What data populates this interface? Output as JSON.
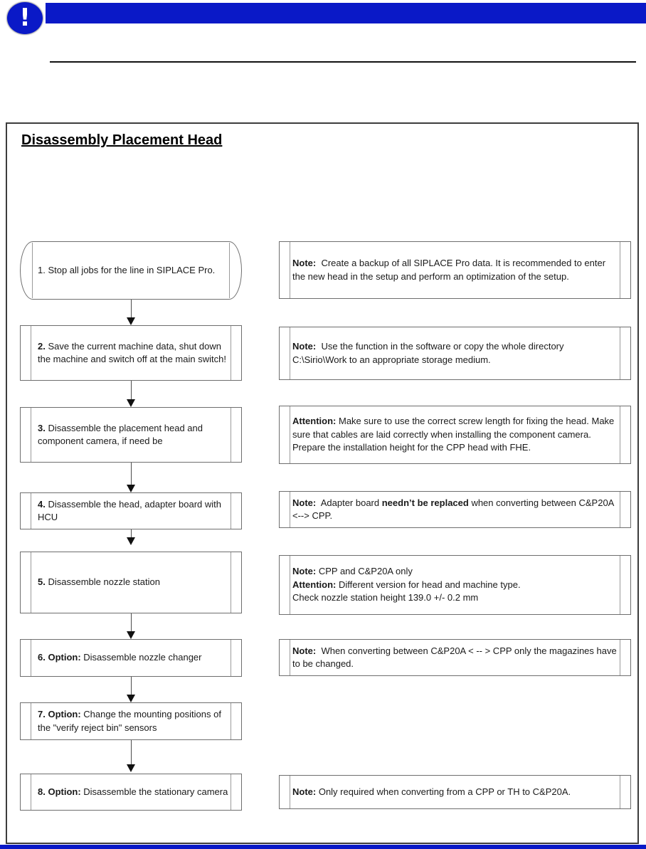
{
  "header": {
    "icon": "mandatory-exclamation-icon",
    "exclamation_glyph": "!",
    "bar_color": "#0a19c7"
  },
  "title": "Disassembly Placement Head",
  "flowchart": {
    "rows": [
      {
        "step": {
          "shape": "terminator",
          "segments": [
            {
              "t": "1. Stop all jobs for the line in SIPLACE Pro.",
              "b": false
            }
          ]
        },
        "note": {
          "segments": [
            {
              "t": "Note:",
              "b": true
            },
            {
              "t": "  Create a backup of all SIPLACE Pro data. It is recommended to enter the new head in the setup and perform an optimization of the setup.",
              "b": false
            }
          ]
        }
      },
      {
        "step": {
          "shape": "process",
          "segments": [
            {
              "t": "2.",
              "b": true
            },
            {
              "t": " Save the current machine data, shut down the machine and switch off at the main switch!",
              "b": false
            }
          ]
        },
        "note": {
          "segments": [
            {
              "t": "Note:",
              "b": true
            },
            {
              "t": "  Use the function in the software or copy the whole directory C:\\Sirio\\Work to an appropriate storage medium.",
              "b": false
            }
          ]
        }
      },
      {
        "step": {
          "shape": "process",
          "segments": [
            {
              "t": "3.",
              "b": true
            },
            {
              "t": " Disassemble the placement head and component camera, if need be",
              "b": false
            }
          ]
        },
        "note": {
          "segments": [
            {
              "t": "Attention:",
              "b": true
            },
            {
              "t": " Make sure to use the correct screw length for fixing the head. Make sure that cables are laid correctly when installing the component camera.\nPrepare the installation height for the CPP head with FHE.",
              "b": false
            }
          ]
        }
      },
      {
        "step": {
          "shape": "process",
          "segments": [
            {
              "t": "4.",
              "b": true
            },
            {
              "t": " Disassemble the head, adapter board with HCU",
              "b": false
            }
          ]
        },
        "note": {
          "segments": [
            {
              "t": "Note:",
              "b": true
            },
            {
              "t": "  Adapter board ",
              "b": false
            },
            {
              "t": "needn’t be replaced",
              "b": true
            },
            {
              "t": " when converting between C&P20A <--> CPP.",
              "b": false
            }
          ]
        }
      },
      {
        "step": {
          "shape": "process",
          "segments": [
            {
              "t": "5.",
              "b": true
            },
            {
              "t": " Disassemble nozzle station",
              "b": false
            }
          ]
        },
        "note": {
          "segments": [
            {
              "t": "Note:",
              "b": true
            },
            {
              "t": " CPP and C&P20A only\n",
              "b": false
            },
            {
              "t": "Attention:",
              "b": true
            },
            {
              "t": " Different version for head and machine type.\nCheck nozzle station height 139.0 +/- 0.2 mm",
              "b": false
            }
          ]
        }
      },
      {
        "step": {
          "shape": "process",
          "segments": [
            {
              "t": "6. Option:",
              "b": true
            },
            {
              "t": " Disassemble nozzle changer",
              "b": false
            }
          ]
        },
        "note": {
          "segments": [
            {
              "t": "Note:",
              "b": true
            },
            {
              "t": "  When converting between C&P20A < -- > CPP only the magazines have to be changed.",
              "b": false
            }
          ]
        }
      },
      {
        "step": {
          "shape": "process",
          "segments": [
            {
              "t": "7. Option:",
              "b": true
            },
            {
              "t": " Change the mounting positions of the \"verify reject bin\" sensors",
              "b": false
            }
          ]
        },
        "note": null
      },
      {
        "step": {
          "shape": "process",
          "segments": [
            {
              "t": "8. Option:",
              "b": true
            },
            {
              "t": " Disassemble the stationary camera",
              "b": false
            }
          ]
        },
        "note": {
          "segments": [
            {
              "t": "Note:",
              "b": true
            },
            {
              "t": " Only required when converting from a CPP or TH to C&P20A.",
              "b": false
            }
          ]
        }
      }
    ]
  }
}
